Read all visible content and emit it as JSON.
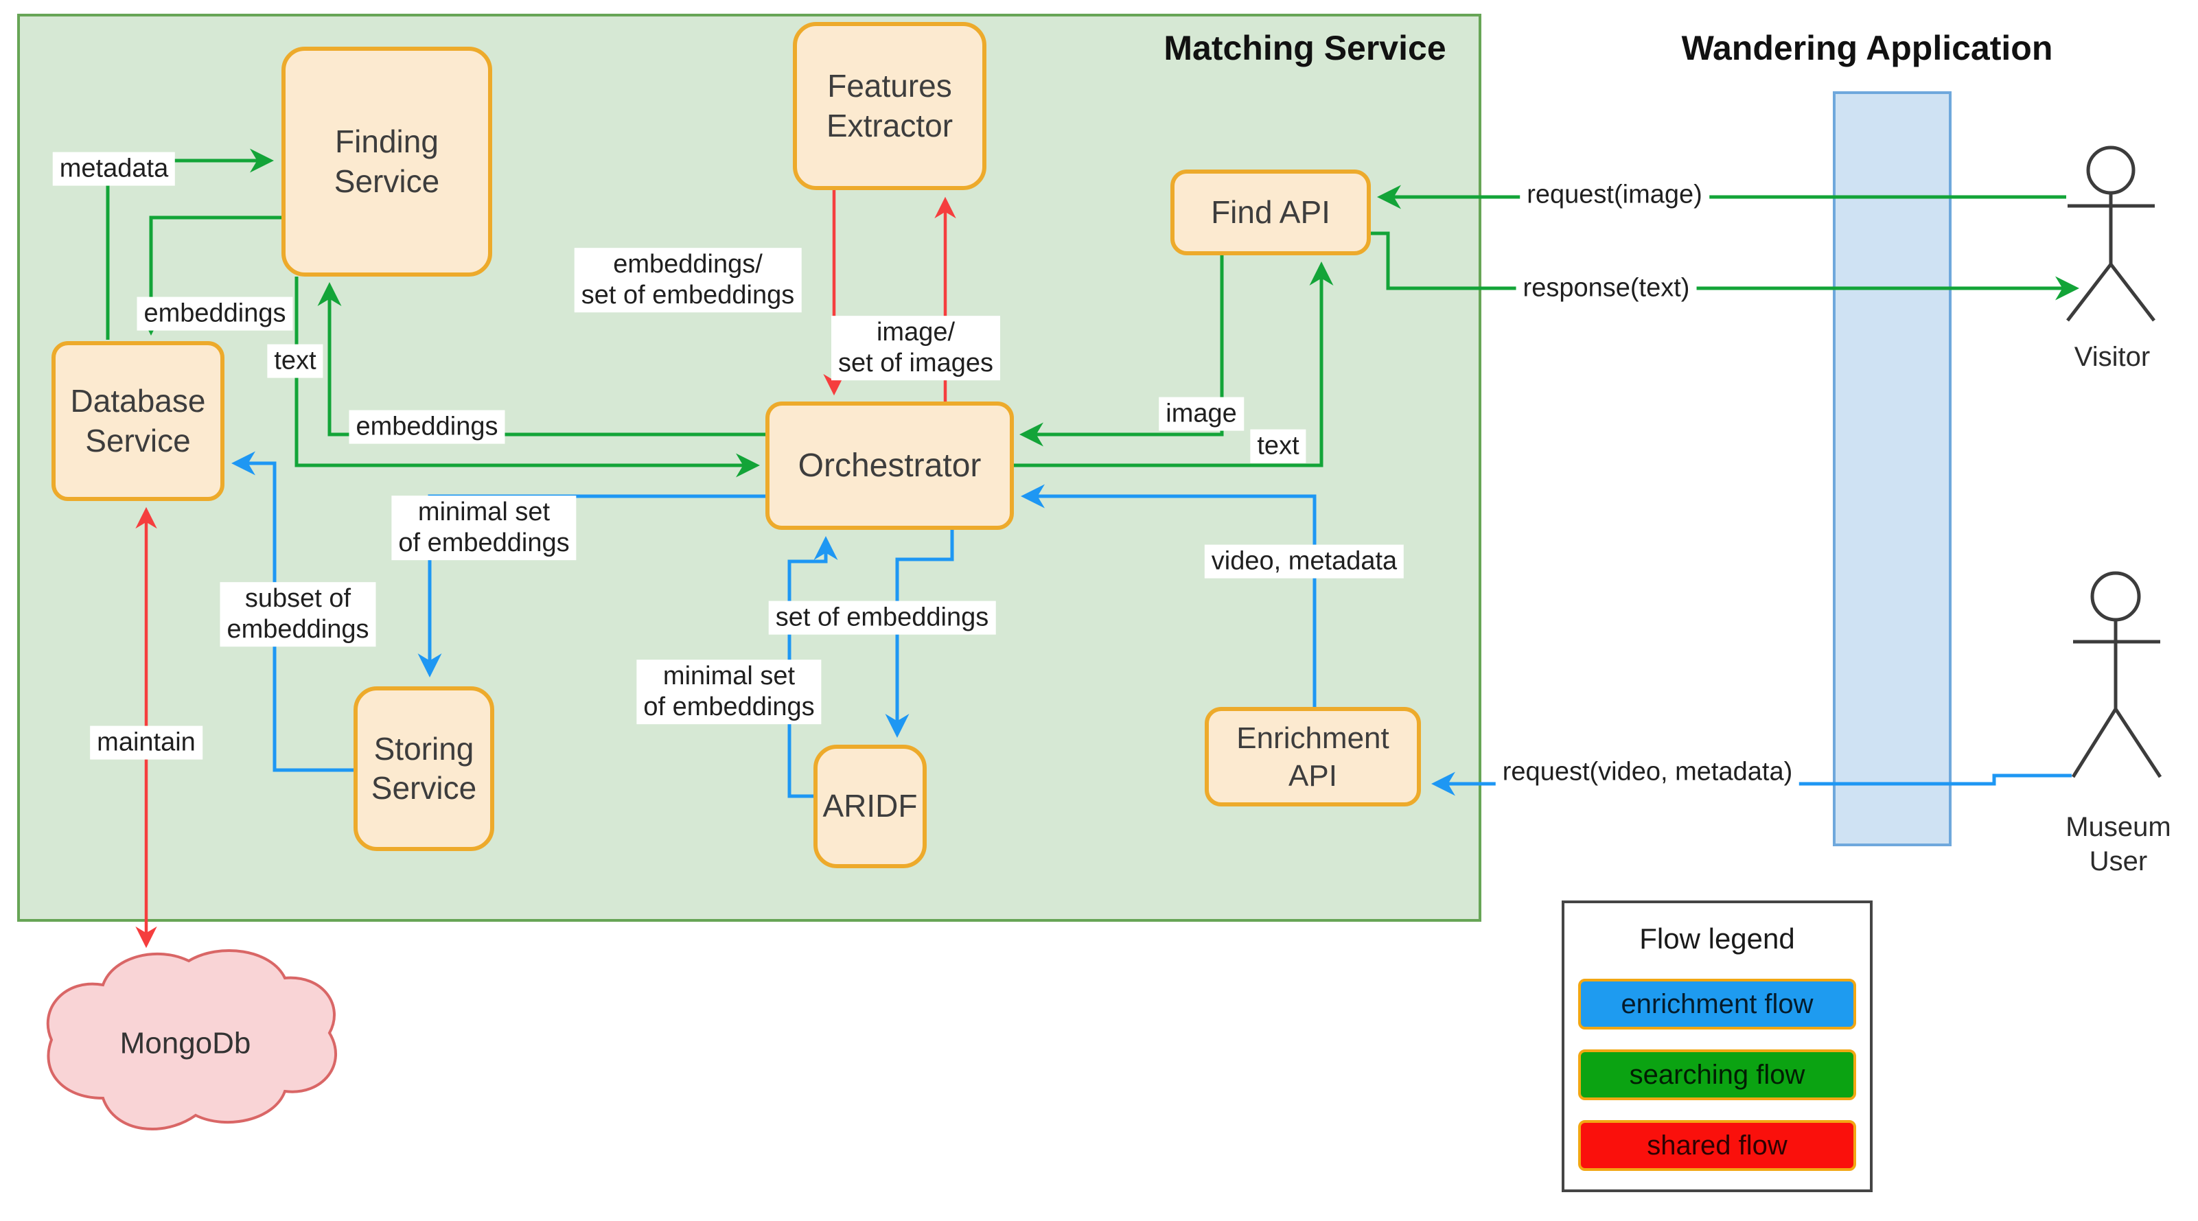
{
  "titles": {
    "matching": "Matching Service",
    "wandering": "Wandering Application"
  },
  "nodes": {
    "finding": {
      "label": "Finding\nService"
    },
    "features": {
      "label": "Features\nExtractor"
    },
    "database": {
      "label": "Database\nService"
    },
    "orchestrator": {
      "label": "Orchestrator"
    },
    "storing": {
      "label": "Storing\nService"
    },
    "aridf": {
      "label": "ARIDF"
    },
    "find_api": {
      "label": "Find API"
    },
    "enrichment": {
      "label": "Enrichment\nAPI"
    },
    "mongodb": {
      "label": "MongoDb"
    }
  },
  "actors": {
    "visitor": {
      "label": "Visitor"
    },
    "museum_user": {
      "label": "Museum\nUser"
    }
  },
  "edge_labels": {
    "metadata": "metadata",
    "embeddings_find_db": "embeddings",
    "embeddings_orch_find": "embeddings",
    "text_find_orch": "text",
    "text_orch_findapi": "text",
    "image": "image",
    "embeddings_set": "embeddings/\nset of embeddings",
    "image_set": "image/\nset of images",
    "minimal_set_storing": "minimal set\nof embeddings",
    "subset": "subset of\nembeddings",
    "set_of_embeddings": "set of embeddings",
    "minimal_set_aridf": "minimal set\nof embeddings",
    "video_metadata": "video, metadata",
    "maintain": "maintain",
    "request_image": "request(image)",
    "response_text": "response(text)",
    "request_video": "request(video, metadata)"
  },
  "legend": {
    "title": "Flow legend",
    "items": [
      {
        "label": "enrichment flow",
        "color": "#1e9bf0"
      },
      {
        "label": "searching flow",
        "color": "#0ba312"
      },
      {
        "label": "shared flow",
        "color": "#fa100c"
      }
    ]
  },
  "colors": {
    "searching_flow": "#13a438",
    "enrichment_flow": "#1e97f3",
    "shared_flow": "#f53e3e",
    "matching_region_fill": "#d6e8d4",
    "matching_region_border": "#67a556",
    "node_fill": "#fcead0",
    "node_border": "#edaa2b",
    "lifeline_fill": "#cfe2f3",
    "lifeline_border": "#6fa8dc",
    "cloud_fill": "#f9d4d6",
    "cloud_border": "#d96666"
  }
}
